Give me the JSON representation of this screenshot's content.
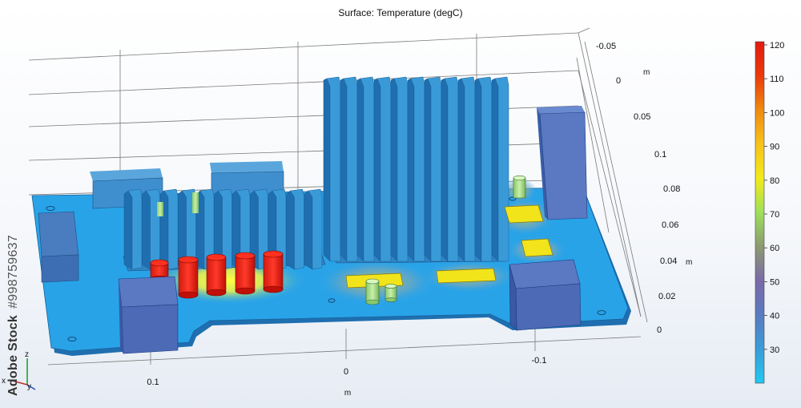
{
  "chart_data": {
    "type": "surface-3d",
    "title": "Surface: Temperature (degC)",
    "axes": {
      "x": {
        "unit": "m",
        "ticks": [
          "0.1",
          "0",
          "-0.1"
        ]
      },
      "y": {
        "unit": "m",
        "ticks": [
          "-0.05",
          "0",
          "0.05",
          "0.1"
        ]
      },
      "z": {
        "unit": "m",
        "ticks": [
          "0",
          "0.02",
          "0.04",
          "0.06",
          "0.08"
        ]
      }
    },
    "colorbar": {
      "min": 20,
      "max": 120,
      "ticks": [
        120,
        110,
        100,
        90,
        80,
        70,
        60,
        50,
        40,
        30
      ],
      "colormap": [
        "#22c8f0",
        "#3a9cd8",
        "#5a7ac0",
        "#7a6aa8",
        "#8c9a70",
        "#9ee05a",
        "#f2ea1a",
        "#f8c21a",
        "#f08a10",
        "#ea3a0a",
        "#e21a10"
      ]
    },
    "triad": {
      "z": "z",
      "y": "y",
      "x": "x"
    }
  },
  "watermark": {
    "text": "Adobe Stock",
    "id": "#998759637"
  }
}
